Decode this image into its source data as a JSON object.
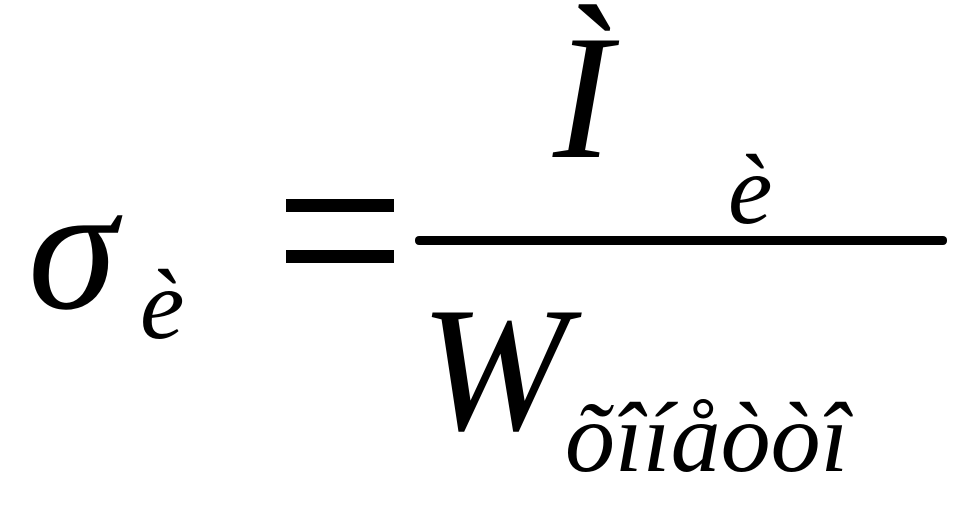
{
  "formula": {
    "lhs_symbol": "σ",
    "lhs_subscript": "è",
    "operator": "=",
    "numerator_symbol": "Ì",
    "numerator_subscript": "è",
    "denominator_symbol": "W",
    "denominator_subscript": "õîíåòòî"
  }
}
